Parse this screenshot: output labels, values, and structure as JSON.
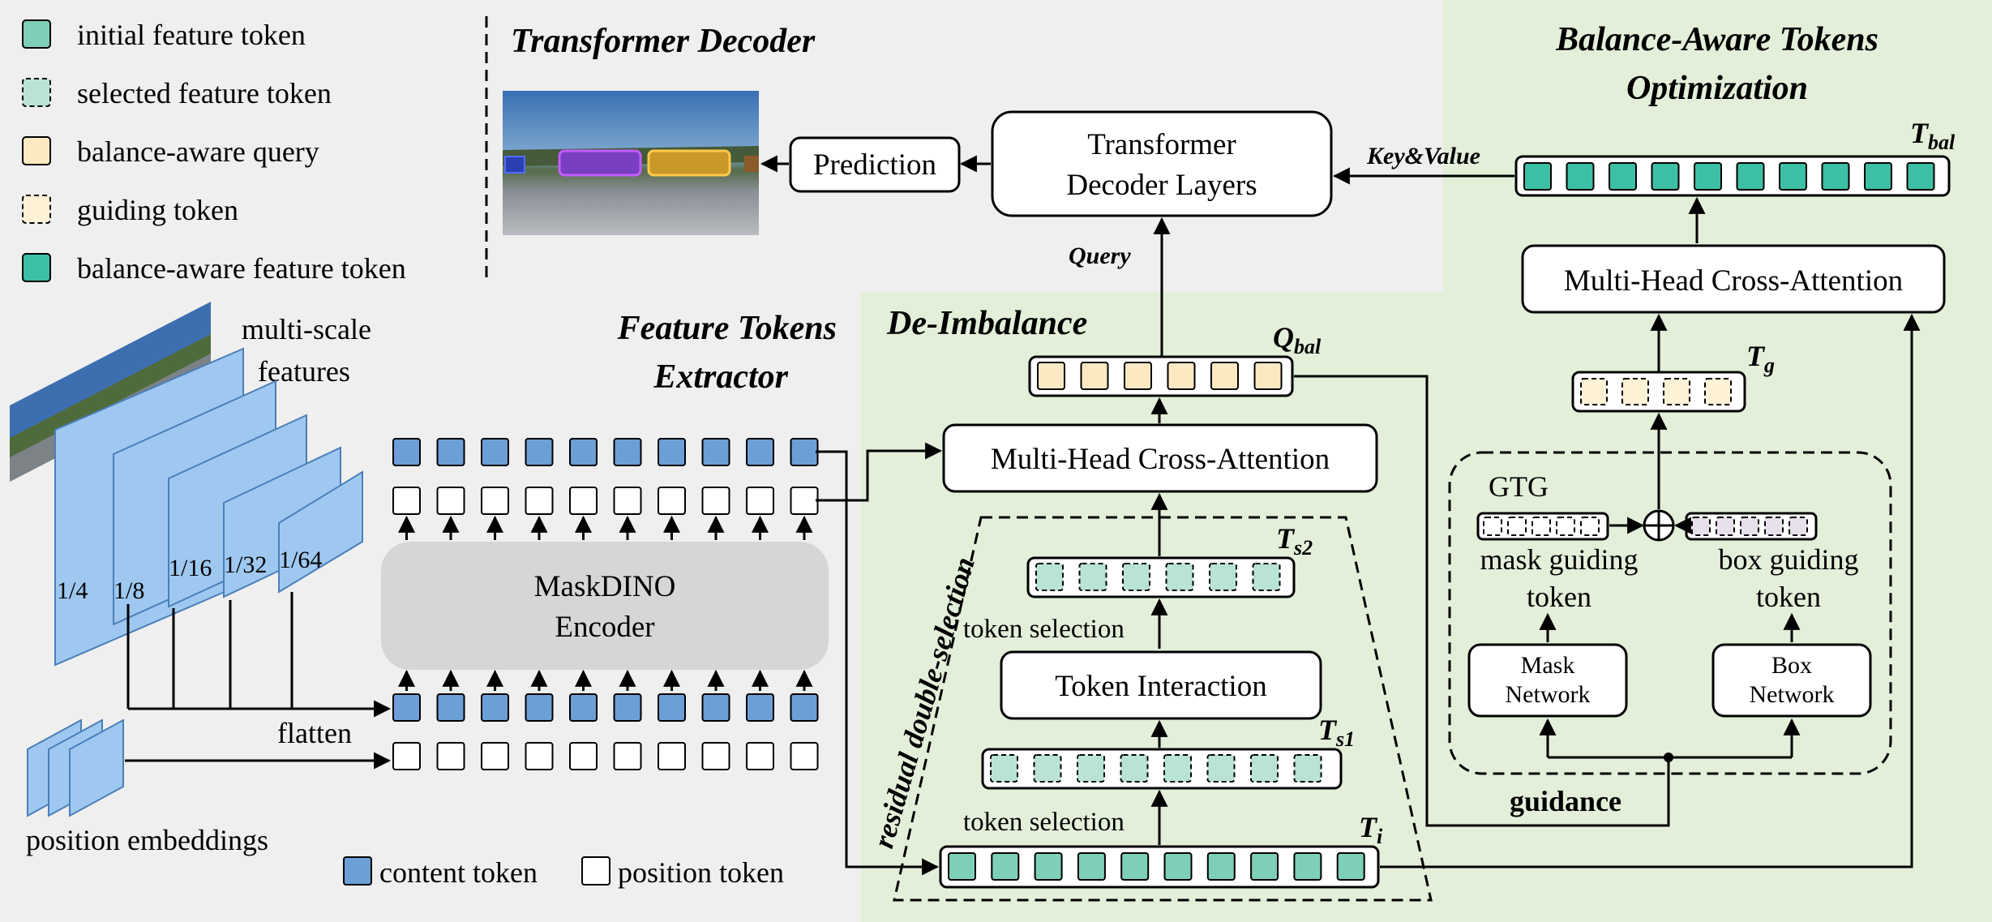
{
  "legend": {
    "items": [
      {
        "id": "initial",
        "label": "initial feature token"
      },
      {
        "id": "selected",
        "label": "selected feature token"
      },
      {
        "id": "query",
        "label": "balance-aware query"
      },
      {
        "id": "guiding",
        "label": "guiding token"
      },
      {
        "id": "balanced",
        "label": "balance-aware feature token"
      }
    ]
  },
  "sections": {
    "decoder_title": "Transformer Decoder",
    "extractor_title_line1": "Feature Tokens",
    "extractor_title_line2": "Extractor",
    "deimbalance_title": "De-Imbalance",
    "bato_title_line1": "Balance-Aware Tokens",
    "bato_title_line2": "Optimization"
  },
  "decoder": {
    "prediction": "Prediction",
    "layers_line1": "Transformer",
    "layers_line2": "Decoder Layers",
    "query_label": "Query",
    "keyvalue_label": "Key&Value"
  },
  "extractor": {
    "multiscale_line1": "multi-scale",
    "multiscale_line2": "features",
    "scales": [
      "1/4",
      "1/8",
      "1/16",
      "1/32",
      "1/64"
    ],
    "encoder_line1": "MaskDINO",
    "encoder_line2": "Encoder",
    "flatten": "flatten",
    "position_embeddings": "position embeddings",
    "content_token": "content token",
    "position_token": "position token"
  },
  "deimbalance": {
    "mhca": "Multi-Head Cross-Attention",
    "token_interaction": "Token Interaction",
    "token_selection": "token selection",
    "residual": "residual double-selection",
    "q_bal": {
      "main": "Q",
      "sub": "bal"
    },
    "t_s2": {
      "main": "T",
      "sub": "s2"
    },
    "t_s1": {
      "main": "T",
      "sub": "s1"
    },
    "t_i": {
      "main": "T",
      "sub": "i"
    }
  },
  "bato": {
    "mhca": "Multi-Head Cross-Attention",
    "gtg": "GTG",
    "mask_guiding_line1": "mask guiding",
    "mask_guiding_line2": "token",
    "box_guiding_line1": "box guiding",
    "box_guiding_line2": "token",
    "mask_net_line1": "Mask",
    "mask_net_line2": "Network",
    "box_net_line1": "Box",
    "box_net_line2": "Network",
    "guidance": "guidance",
    "t_bal": {
      "main": "T",
      "sub": "bal"
    },
    "t_g": {
      "main": "T",
      "sub": "g"
    }
  },
  "colors": {
    "initial": "#7ecfb8",
    "selected": "#b8e3d6",
    "query": "#fde9c1",
    "guiding": "#fdf1d6",
    "balanced": "#3dbfa3",
    "content": "#6c9fd6",
    "green_panel": "#e3efd9",
    "gray_panel": "#efefef",
    "feature_plane": "#9ec8f0"
  }
}
